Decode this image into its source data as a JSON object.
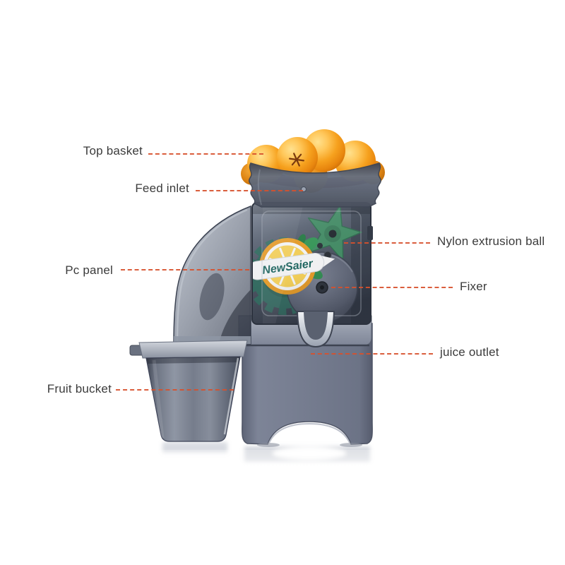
{
  "diagram": {
    "title_none_visible": "",
    "brand": "NewSaier",
    "labels": [
      {
        "id": "top-basket",
        "text": "Top basket",
        "side": "left"
      },
      {
        "id": "feed-inlet",
        "text": "Feed inlet",
        "side": "left"
      },
      {
        "id": "nylon-extrusion-ball",
        "text": "Nylon extrusion ball",
        "side": "right"
      },
      {
        "id": "pc-panel",
        "text": "Pc panel",
        "side": "left"
      },
      {
        "id": "fixer",
        "text": "Fixer",
        "side": "right"
      },
      {
        "id": "juice-outlet",
        "text": "juice outlet",
        "side": "right"
      },
      {
        "id": "fruit-bucket",
        "text": "Fruit bucket",
        "side": "left"
      }
    ],
    "colors": {
      "background": "#ffffff",
      "leader_line": "#d7512d",
      "label_text": "#3b3b3b",
      "machine_body": "#757c8f",
      "translucent_panel": "#4b5361",
      "orange_fruit": "#f6a11e",
      "brand_green": "#2f9851",
      "brand_text": "#15635b"
    }
  }
}
